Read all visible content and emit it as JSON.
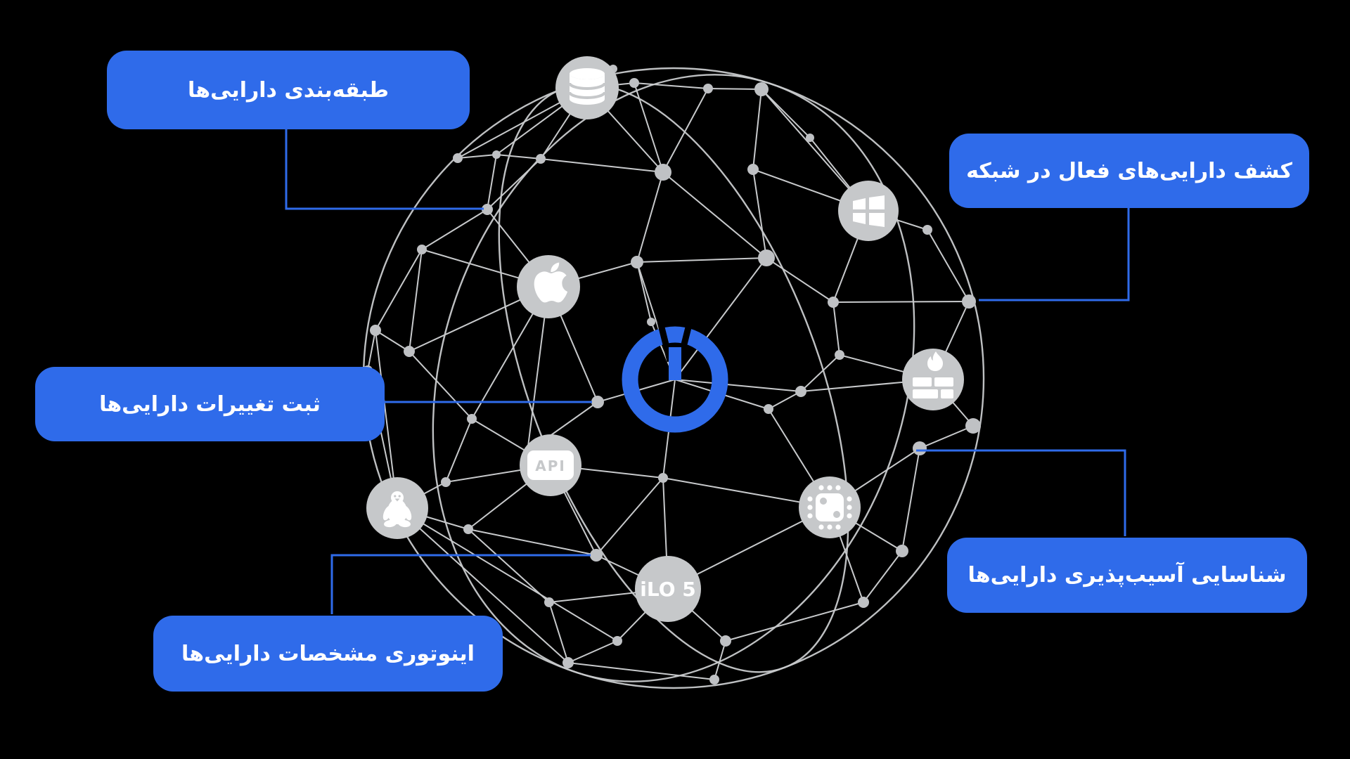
{
  "app": {
    "background": "#000000",
    "accent": "#2f6bea",
    "network_color": "#c8cacc",
    "icon_circle_color": "#c6c8ca"
  },
  "labels": {
    "classification": "طبقه‌بندی دارایی‌ها",
    "discovery": "کشف دارایی‌های فعال در شبکه",
    "changes": "ثبت تغییرات دارایی‌ها",
    "vulnerability": "شناسایی آسیب‌پذیری دارایی‌ها",
    "inventory": "اینوتوری مشخصات دارایی‌ها"
  },
  "icons": {
    "api_text": "API",
    "ilo_text": "iLO 5",
    "names": [
      "database-icon",
      "windows-icon",
      "apple-icon",
      "firewall-icon",
      "api-icon",
      "linux-icon",
      "chip-icon",
      "ilo5-icon",
      "power-logo"
    ]
  }
}
